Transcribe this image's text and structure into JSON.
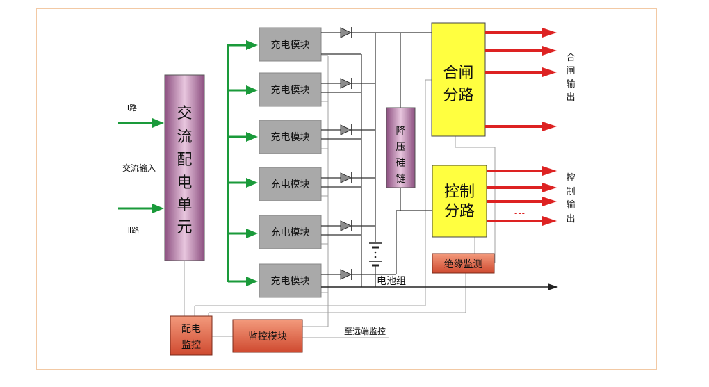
{
  "inputs": {
    "line1": "Ⅰ路",
    "line2": "Ⅱ路",
    "ac_input": "交流输入"
  },
  "ac_distribution_unit": {
    "chars": [
      "交",
      "流",
      "配",
      "电",
      "单",
      "元"
    ]
  },
  "charging_modules": [
    {
      "label": "充电模块"
    },
    {
      "label": "充电模块"
    },
    {
      "label": "充电模块"
    },
    {
      "label": "充电模块"
    },
    {
      "label": "充电模块"
    },
    {
      "label": "充电模块"
    }
  ],
  "step_down_chain": {
    "chars": [
      "降",
      "压",
      "硅",
      "链"
    ]
  },
  "closing_branch": {
    "lines": [
      "合闸",
      "分路"
    ],
    "ellipsis": "---"
  },
  "control_branch": {
    "lines": [
      "控制",
      "分路"
    ],
    "ellipsis": "---"
  },
  "closing_output": {
    "chars": [
      "合",
      "闸",
      "输",
      "出"
    ]
  },
  "control_output": {
    "chars": [
      "控",
      "制",
      "输",
      "出"
    ]
  },
  "insulation_monitor": {
    "label": "绝缘监测"
  },
  "battery": {
    "label": "电池组"
  },
  "distribution_monitor": {
    "lines": [
      "配电",
      "监控"
    ]
  },
  "monitor_module": {
    "label": "监控模块"
  },
  "remote_link": {
    "label": "至远端监控"
  },
  "colors": {
    "ac_feed": "#1a9a3a",
    "output": "#dd2222",
    "branch_box": "#ffff40",
    "module": "#a9a9a9",
    "monitor_box": "#e0684c",
    "unit_box": "#b97aa8"
  }
}
